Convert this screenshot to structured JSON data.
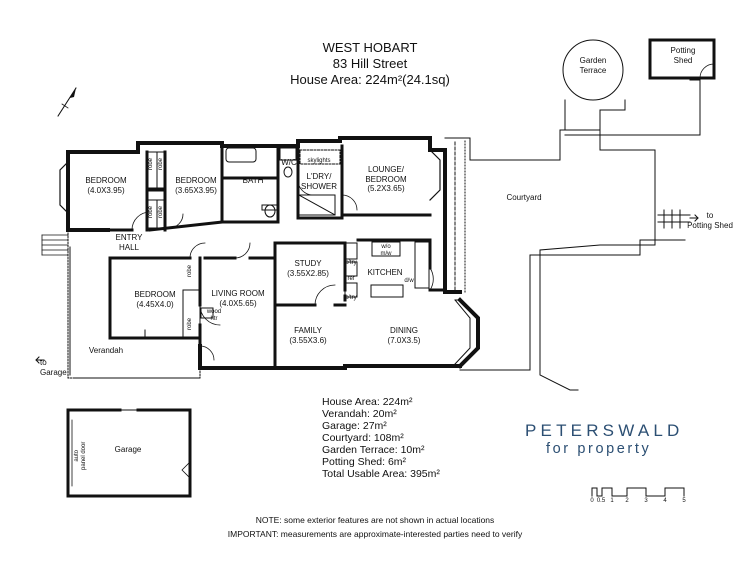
{
  "header": {
    "suburb": "WEST HOBART",
    "address": "83 Hill Street",
    "house_area": "House Area: 224m²(24.1sq)"
  },
  "rooms": {
    "bedroom1": "BEDROOM\n(4.0X3.95)",
    "bedroom2": "BEDROOM\n(3.65X3.95)",
    "bath": "BATH",
    "wc": "W/C",
    "skylights": "skylights",
    "laundry": "L'DRY/\nSHOWER",
    "lounge": "LOUNGE/\nBEDROOM\n(5.2X3.65)",
    "entry": "ENTRY\nHALL",
    "bedroom3": "BEDROOM\n(4.45X4.0)",
    "living": "LIVING ROOM\n(4.0X5.65)",
    "study": "STUDY\n(3.55X2.85)",
    "kitchen": "KITCHEN",
    "family": "FAMILY\n(3.55X3.6)",
    "dining": "DINING\n(7.0X3.5)",
    "verandah": "Verandah",
    "courtyard": "Courtyard",
    "garden_terrace": "Garden\nTerrace",
    "potting_shed": "Potting\nShed",
    "garage": "Garage"
  },
  "fixtures": {
    "robe": "robe",
    "pantry": "p'try",
    "ref": "ref",
    "wo_mw": "w/o\nm/w",
    "dw": "d/w",
    "wood_htr": "wood\nhtr",
    "panel_door": "auto\npanel door"
  },
  "directions": {
    "to_garage": "to\nGarage",
    "to_potting_shed": "to\nPotting Shed"
  },
  "areas": [
    "House Area: 224m²",
    "Verandah: 20m²",
    "Garage: 27m²",
    "Courtyard: 108m²",
    "Garden Terrace: 10m²",
    "Potting Shed: 6m²",
    "Total Usable Area: 395m²"
  ],
  "brand": {
    "name": "PETERSWALD",
    "tagline": "for property"
  },
  "scale_labels": [
    "0",
    "0.5",
    "1",
    "2",
    "3",
    "4",
    "5"
  ],
  "notes": {
    "note1": "NOTE: some exterior features are not shown in actual locations",
    "note2": "IMPORTANT: measurements are approximate-interested parties need to verify"
  },
  "colors": {
    "wall": "#111111",
    "brand": "#2c4f73"
  }
}
